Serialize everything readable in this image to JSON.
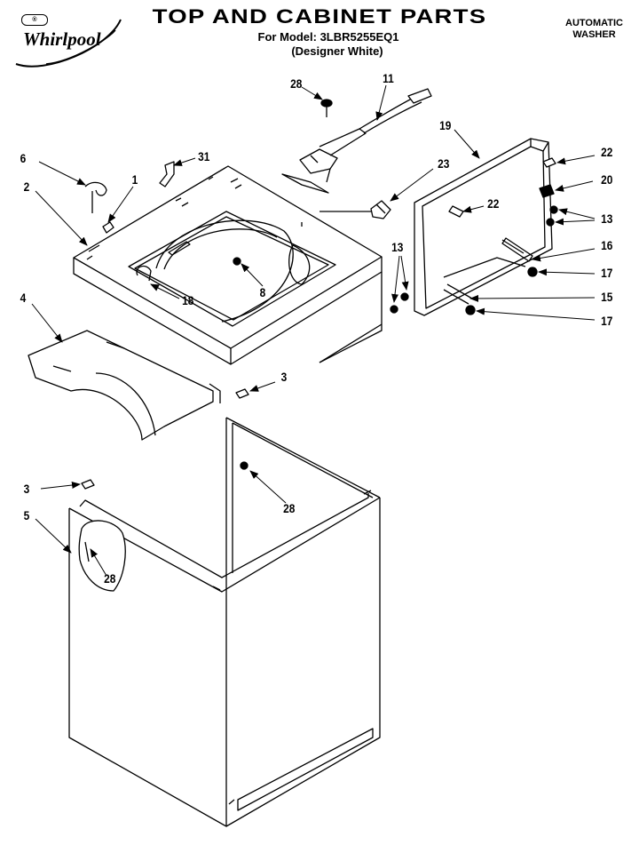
{
  "header": {
    "brand": "Whirlpool",
    "brand_badge": "®",
    "title": "TOP AND CABINET PARTS",
    "model_line": "For Model: 3LBR5255EQ1",
    "variant_line": "(Designer White)",
    "product_line1": "AUTOMATIC",
    "product_line2": "WASHER"
  },
  "callouts": {
    "c28_top": "28",
    "c11": "11",
    "c19": "19",
    "c6": "6",
    "c31": "31",
    "c1": "1",
    "c2": "2",
    "c23": "23",
    "c22_top": "22",
    "c20": "20",
    "c22_mid": "22",
    "c13_right": "13",
    "c16": "16",
    "c17_top": "17",
    "c13_left": "13",
    "c15": "15",
    "c17_bottom": "17",
    "c18": "18",
    "c8": "8",
    "c4": "4",
    "c3_right": "3",
    "c3_left": "3",
    "c5": "5",
    "c28_mid": "28",
    "c28_bottom": "28"
  }
}
